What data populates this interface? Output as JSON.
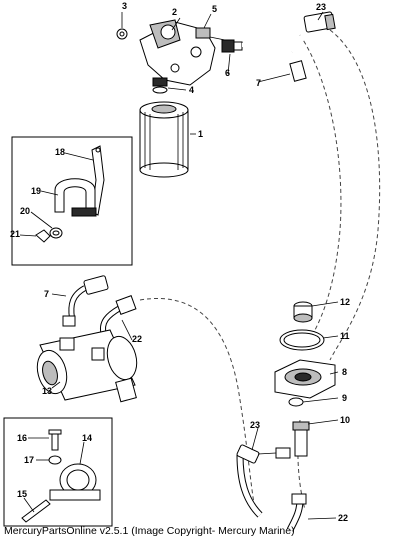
{
  "caption": "MercuryPartsOnline v2.5.1 (Image Copyright- Mercury Marine)",
  "callouts": [
    {
      "label": "1"
    },
    {
      "label": "2"
    },
    {
      "label": "3"
    },
    {
      "label": "4"
    },
    {
      "label": "5"
    },
    {
      "label": "6"
    },
    {
      "label": "7"
    },
    {
      "label": "7"
    },
    {
      "label": "8"
    },
    {
      "label": "9"
    },
    {
      "label": "10"
    },
    {
      "label": "11"
    },
    {
      "label": "12"
    },
    {
      "label": "13"
    },
    {
      "label": "14"
    },
    {
      "label": "15"
    },
    {
      "label": "16"
    },
    {
      "label": "17"
    },
    {
      "label": "18"
    },
    {
      "label": "19"
    },
    {
      "label": "20"
    },
    {
      "label": "21"
    },
    {
      "label": "22"
    },
    {
      "label": "22"
    },
    {
      "label": "23"
    },
    {
      "label": "23"
    }
  ]
}
